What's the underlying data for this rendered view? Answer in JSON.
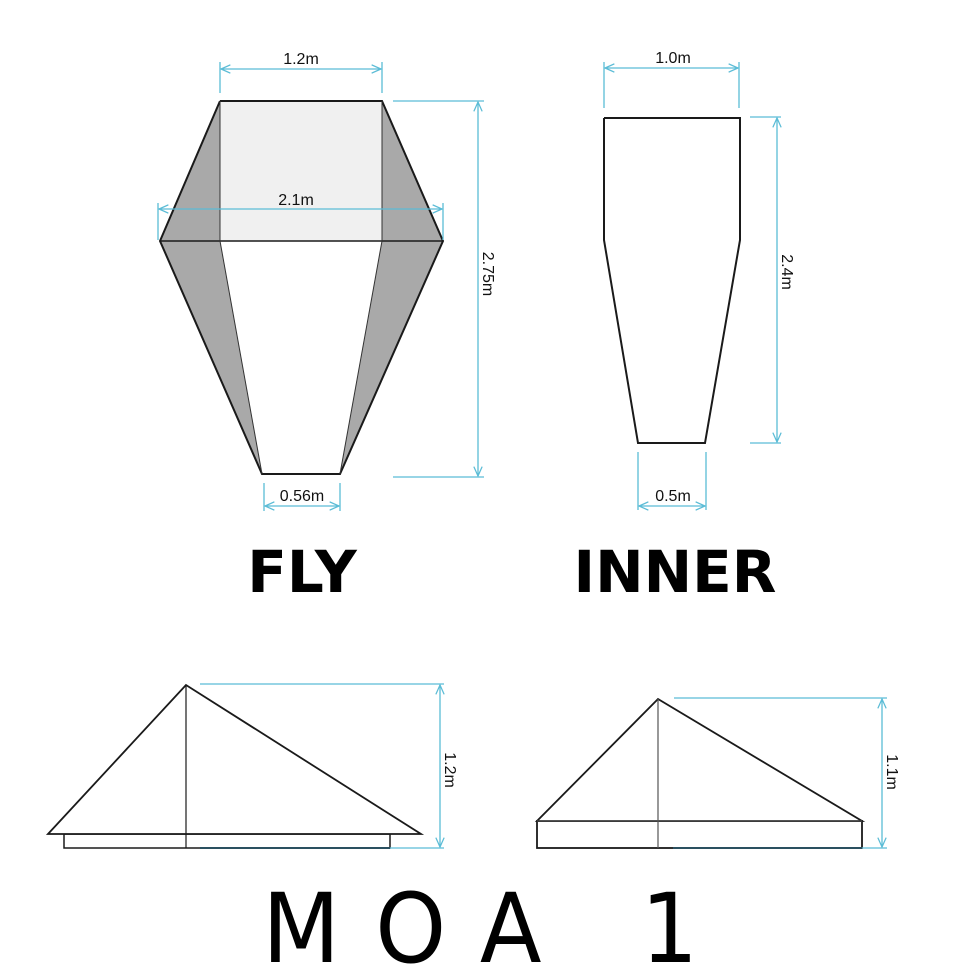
{
  "title": "MOA 1",
  "colors": {
    "dimension_line": "#5bbcd6",
    "outline": "#1a1a1a",
    "side_panel": "#a9a9a9",
    "top_panel": "#f0f0f0",
    "fill": "#ffffff"
  },
  "fly": {
    "label": "FLY",
    "plan_view": {
      "top_width": "1.2m",
      "max_width": "2.1m",
      "bottom_width": "0.56m",
      "length": "2.75m"
    },
    "side_view": {
      "height": "1.2m"
    }
  },
  "inner": {
    "label": "INNER",
    "plan_view": {
      "top_width": "1.0m",
      "bottom_width": "0.5m",
      "length": "2.4m"
    },
    "side_view": {
      "height": "1.1m"
    }
  }
}
